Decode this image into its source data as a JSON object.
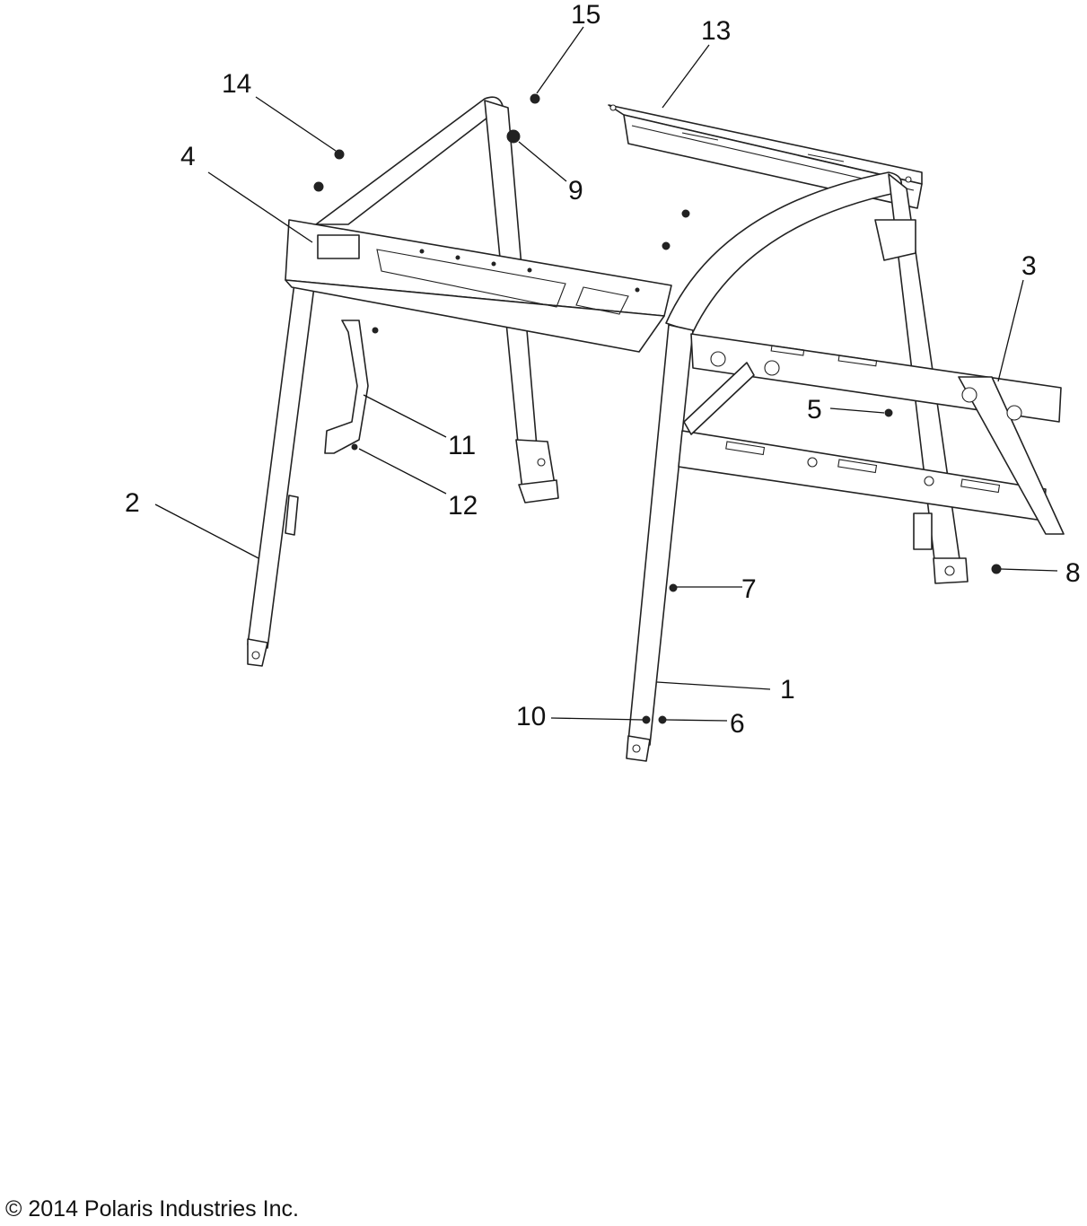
{
  "callouts": {
    "c1": "1",
    "c2": "2",
    "c3": "3",
    "c4": "4",
    "c5": "5",
    "c6": "6",
    "c7": "7",
    "c8": "8",
    "c9": "9",
    "c10": "10",
    "c11": "11",
    "c12": "12",
    "c13": "13",
    "c14": "14",
    "c15": "15"
  },
  "copyright": "© 2014 Polaris Industries Inc."
}
